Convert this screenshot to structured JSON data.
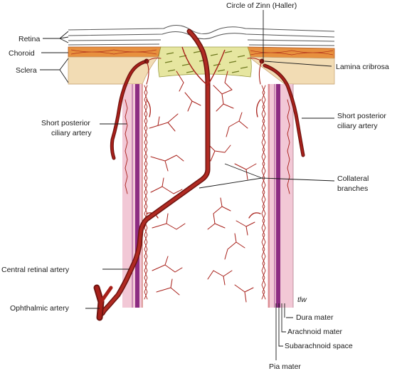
{
  "labels": {
    "retina": "Retina",
    "choroid": "Choroid",
    "sclera": "Sclera",
    "circle_of_zinn": "Circle of Zinn (Haller)",
    "lamina_cribrosa": "Lamina cribrosa",
    "short_posterior_left_1": "Short posterior",
    "short_posterior_left_2": "ciliary artery",
    "short_posterior_right_1": "Short posterior",
    "short_posterior_right_2": "ciliary artery",
    "collateral_1": "Collateral",
    "collateral_2": "branches",
    "central_retinal_artery": "Central retinal artery",
    "ophthalmic_artery": "Ophthalmic artery",
    "dura_mater": "Dura mater",
    "arachnoid_mater": "Arachnoid mater",
    "subarachnoid_space": "Subarachnoid space",
    "pia_mater": "Pia mater",
    "signature": "tlw"
  },
  "colors": {
    "artery": "#a8201a",
    "artery_dark": "#6e1410",
    "sclera": "#f2dcb4",
    "choroid": "#e7903e",
    "sheath_pink": "#f2c8d6",
    "pia_purple": "#8c2c82",
    "lamina": "#e6e6a0"
  }
}
